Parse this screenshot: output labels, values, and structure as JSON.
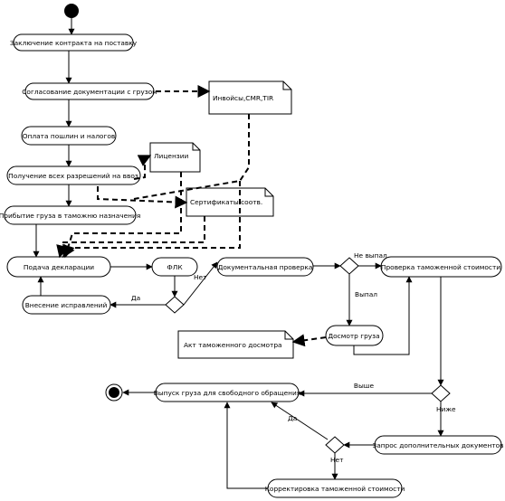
{
  "nodes": {
    "contract": "Заключение контракта на поставку",
    "agree_docs": "Согласование документации с грузом",
    "pay_duties": "Оплата пошлин и налогов",
    "permits": "Получение всех разрешений на ввоз",
    "arrival": "Прибытие груза в таможню назначения",
    "declaration": "Подача декларации",
    "flk": "ФЛК",
    "corrections": "Внесение исправлений",
    "doc_check": "Документальная проверка",
    "value_check": "Проверка таможенной стоимости",
    "inspection": "Досмотр груза",
    "release": "Выпуск груза для свободного обращения",
    "request_docs": "Запрос дополнительных документов",
    "value_adjust": "Корректировка таможенной стоимости"
  },
  "notes": {
    "invoice": "Инвойсы,CMR,TIR",
    "licenses": "Лицензии",
    "certificates": "Сертификаты соотв.",
    "inspection_act": "Акт таможенного досмотра"
  },
  "guards": {
    "yes": "Да",
    "no": "Нет",
    "not_selected": "Не выпал",
    "selected": "Выпал",
    "higher": "Выше",
    "lower": "Ниже",
    "yes2": "Да",
    "no2": "Нет"
  }
}
